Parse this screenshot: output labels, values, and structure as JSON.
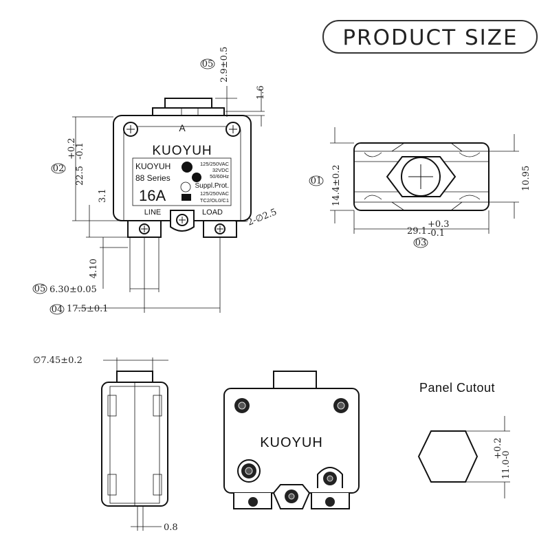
{
  "title": "PRODUCT SIZE",
  "front": {
    "top_label": "A",
    "brand_large": "KUOYUH",
    "label_brand": "KUOYUH",
    "label_series": "88 Series",
    "label_rating": "16A",
    "spec_1": "125/250VAC",
    "spec_2": "32VDC",
    "spec_3": "50/60Hz",
    "spec_4": "Suppl.Prot.",
    "spec_5": "125/250VAC",
    "spec_6": "TC2/OL0/C1",
    "terminal_left": "LINE",
    "terminal_right": "LOAD"
  },
  "dimensions": {
    "d_button_height": "2.9±0.5",
    "d_button_height_ref": "05",
    "d_top_offset": "1.6",
    "d_height_main": "22.5",
    "d_height_tol_up": "+0.2",
    "d_height_tol_dn": "-0.1",
    "d_height_ref": "02",
    "d_terminal_step": "3.1",
    "d_hole": "2-∅2.5",
    "d_terminal_len": "4.10",
    "d_terminal_width": "6.30±0.05",
    "d_terminal_width_ref": "05",
    "d_terminal_pitch": "17.5±0.1",
    "d_terminal_pitch_ref": "04",
    "d_side_height": "14.4±0.2",
    "d_side_height_ref": "01",
    "d_side_inner": "10.95",
    "d_side_width": "29.1",
    "d_side_width_tol_up": "+0.3",
    "d_side_width_tol_dn": "-0.1",
    "d_side_width_ref": "03",
    "d_button_dia": "∅7.45±0.2",
    "d_terminal_thick": "0.8",
    "d_cutout": "11.0",
    "d_cutout_tol_up": "+0.2",
    "d_cutout_tol_dn": "-0"
  },
  "back": {
    "brand": "KUOYUH"
  },
  "cutout": {
    "label": "Panel Cutout"
  }
}
